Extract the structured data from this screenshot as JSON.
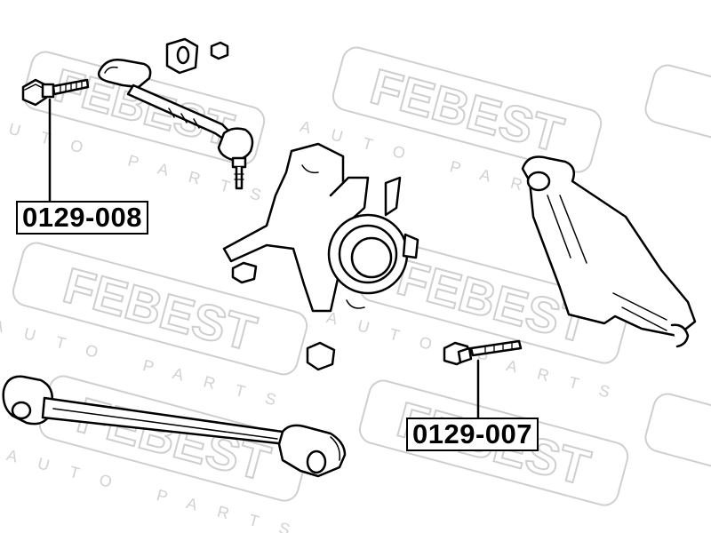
{
  "watermark": {
    "brand": "FEBEST",
    "tagline": "AUTO PARTS",
    "brand_color": "#d6d6d6"
  },
  "parts": [
    {
      "id": "part_008",
      "number": "0129-008"
    },
    {
      "id": "part_007",
      "number": "0129-007"
    }
  ],
  "colors": {
    "ink": "#000000",
    "paper": "#ffffff",
    "shade": "#f2f2f2"
  }
}
